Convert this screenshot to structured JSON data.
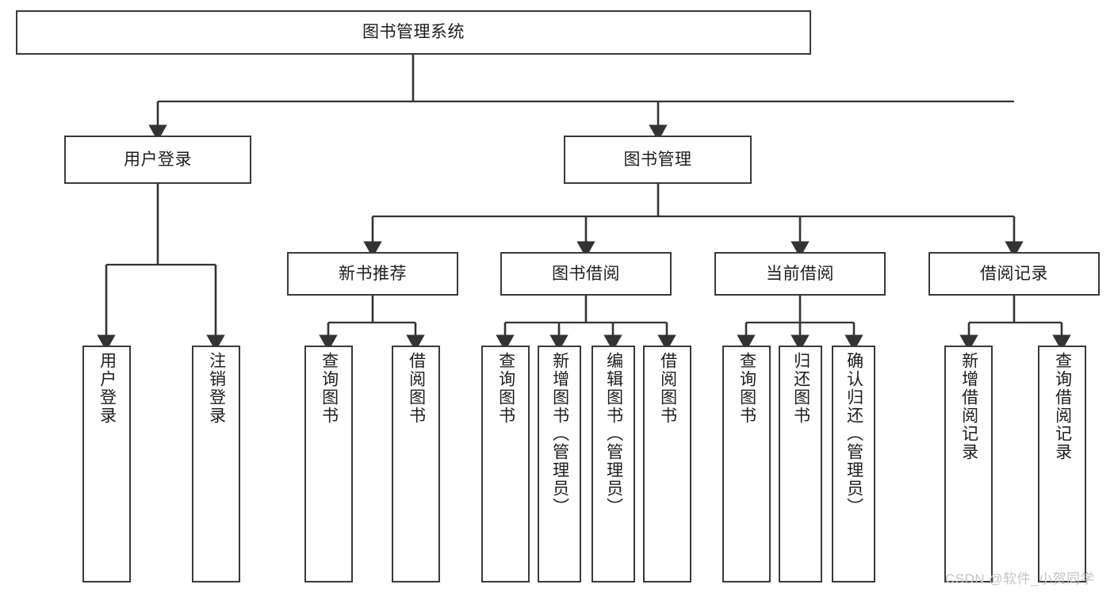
{
  "diagram": {
    "title": "图书管理系统",
    "type": "tree-hierarchy",
    "root": {
      "label": "图书管理系统"
    },
    "level2": [
      {
        "label": "用户登录"
      },
      {
        "label": "图书管理"
      }
    ],
    "level3": [
      {
        "label": "新书推荐"
      },
      {
        "label": "图书借阅"
      },
      {
        "label": "当前借阅"
      },
      {
        "label": "借阅记录"
      }
    ],
    "leaves": {
      "user_login": [
        {
          "label": "用户登录"
        },
        {
          "label": "注销登录"
        }
      ],
      "new_book_recommend": [
        {
          "label": "查询图书"
        },
        {
          "label": "借阅图书"
        }
      ],
      "book_borrow": [
        {
          "label": "查询图书"
        },
        {
          "label": "新增图书（管理员）"
        },
        {
          "label": "编辑图书（管理员）"
        },
        {
          "label": "借阅图书"
        }
      ],
      "current_borrow": [
        {
          "label": "查询图书"
        },
        {
          "label": "归还图书"
        },
        {
          "label": "确认归还（管理员）"
        }
      ],
      "borrow_record": [
        {
          "label": "新增借阅记录"
        },
        {
          "label": "查询借阅记录"
        }
      ]
    }
  },
  "watermark": {
    "text": "CSDN @软件_小贺同学"
  },
  "colors": {
    "border": "#3a3a3a",
    "text": "#1d1d1d",
    "background": "#ffffff",
    "watermark": "#c4c4c4"
  }
}
